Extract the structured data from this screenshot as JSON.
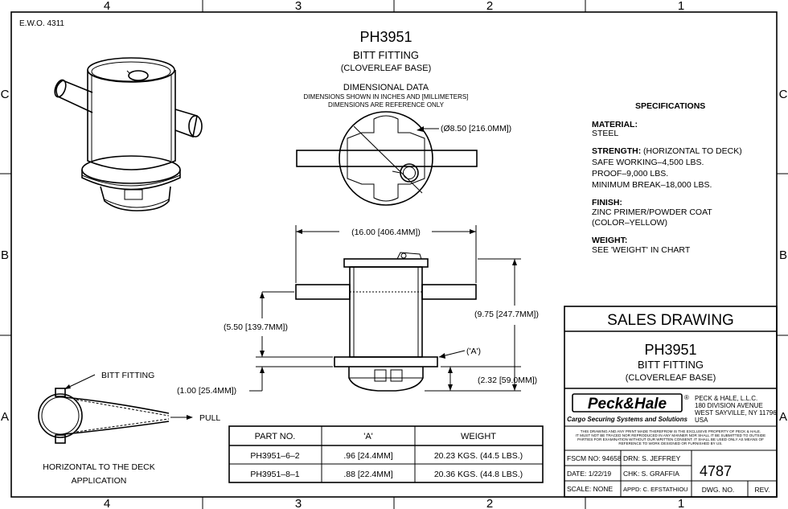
{
  "border": {
    "top_zones": [
      "4",
      "3",
      "2",
      "1"
    ],
    "bottom_zones": [
      "4",
      "3",
      "2",
      "1"
    ],
    "left_zones": [
      "C",
      "B",
      "A"
    ],
    "right_zones": [
      "C",
      "B",
      "A"
    ]
  },
  "ewo": "E.W.O. 4311",
  "title": {
    "part": "PH3951",
    "name": "BITT FITTING",
    "base": "(CLOVERLEAF BASE)",
    "dim_heading": "DIMENSIONAL DATA",
    "dim_line1": "DIMENSIONS SHOWN IN INCHES AND [MILLIMETERS]",
    "dim_line2": "DIMENSIONS ARE REFERENCE ONLY"
  },
  "dimensions": {
    "diameter": "(Ø8.50 [216.0MM])",
    "width": "(16.00 [406.4MM])",
    "height_total": "(9.75 [247.7MM])",
    "height_arm": "(5.50 [139.7MM])",
    "base_thickness": "(1.00 [25.4MM])",
    "a_ref": "('A')",
    "base_height": "(2.32 [59.0MM])"
  },
  "specifications": {
    "heading": "SPECIFICATIONS",
    "material_label": "MATERIAL:",
    "material_value": "STEEL",
    "strength_label": "STRENGTH:",
    "strength_note": "(HORIZONTAL TO DECK)",
    "strength_lines": [
      "SAFE WORKING–4,500 LBS.",
      "PROOF–9,000 LBS.",
      "MINIMUM BREAK–18,000 LBS."
    ],
    "finish_label": "FINISH:",
    "finish_lines": [
      "ZINC PRIMER/POWDER COAT",
      "(COLOR–YELLOW)"
    ],
    "weight_label": "WEIGHT:",
    "weight_value": "SEE 'WEIGHT' IN CHART"
  },
  "application": {
    "bitt_label": "BITT FITTING",
    "pull_label": "PULL",
    "caption_line1": "HORIZONTAL TO THE DECK",
    "caption_line2": "APPLICATION"
  },
  "parts_table": {
    "headers": [
      "PART NO.",
      "'A'",
      "WEIGHT"
    ],
    "rows": [
      [
        "PH3951–6–2",
        ".96 [24.4MM]",
        "20.23 KGS. (44.5 LBS.)"
      ],
      [
        "PH3951–8–1",
        ".88 [22.4MM]",
        "20.36 KGS. (44.8 LBS.)"
      ]
    ]
  },
  "title_block": {
    "sales_drawing": "SALES DRAWING",
    "part": "PH3951",
    "name": "BITT FITTING",
    "base": "(CLOVERLEAF BASE)",
    "logo_text": "Peck&Hale",
    "logo_reg": "®",
    "tagline": "Cargo Securing Systems and Solutions",
    "company_lines": [
      "PECK & HALE, L.L.C.",
      "180 DIVISION AVENUE",
      "WEST SAYVILLE, NY 11796",
      "USA"
    ],
    "notice_lines": [
      "THIS DRAWING AND ANY PRINT MADE THEREFROM IS THE EXCLUSIVE PROPERTY OF PECK & HALE.",
      "IT MUST NOT BE TRACED NOR REPRODUCED IN ANY MANNER NOR SHALL IT BE SUBMITTED TO OUTSIDE",
      "PARTIES FOR EXAMINATION WITHOUT OUR WRITTEN CONSENT.  IT SHALL BE USED ONLY AS MEANS OF",
      "REFERENCE TO WORK DESIGNED OR FURNISHED BY US."
    ],
    "fscm": "FSCM NO: 94658",
    "drn": "DRN: S. JEFFREY",
    "date": "DATE: 1/22/19",
    "chk": "CHK: S. GRAFFIA",
    "scale": "SCALE: NONE",
    "appd": "APPD: C. EFSTATHIOU",
    "dwg_number": "4787",
    "dwg_label": "DWG. NO.",
    "rev_label": "REV."
  }
}
